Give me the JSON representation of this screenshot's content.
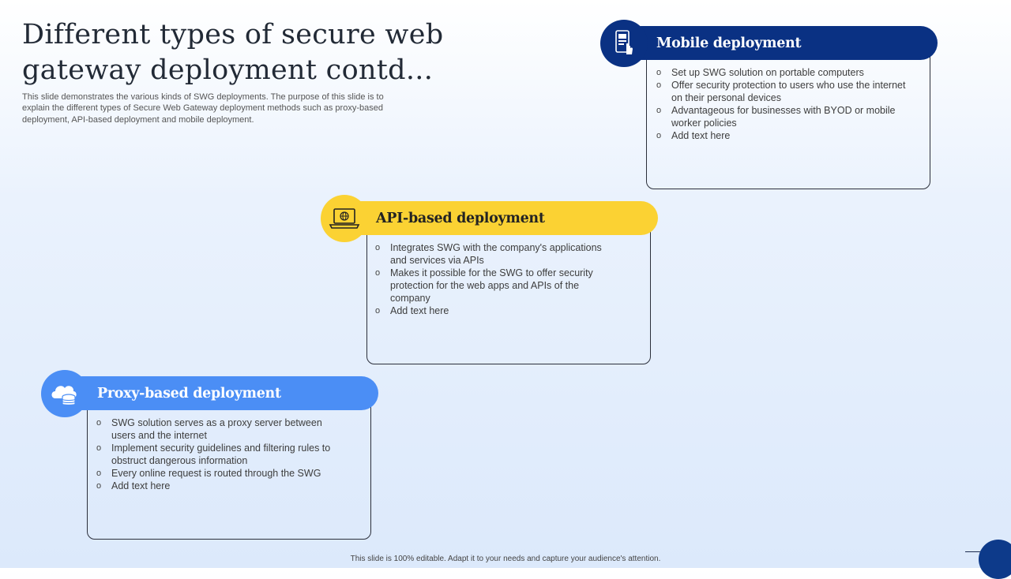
{
  "slide": {
    "title_line1": "Different types of secure web",
    "title_line2": "gateway deployment contd...",
    "subtitle": "This slide demonstrates the various kinds of SWG deployments. The purpose of this slide is to explain the different types of Secure Web Gateway deployment methods such as proxy-based deployment, API-based deployment and mobile deployment."
  },
  "cards": {
    "mobile": {
      "label": "Mobile deployment",
      "icon": "mobile-touch-icon",
      "color": "#0a3183",
      "points": [
        "Set up SWG solution on portable computers",
        "Offer security protection to users who use the internet on their personal devices",
        "Advantageous for businesses with BYOD or mobile worker policies",
        "Add text here"
      ]
    },
    "api": {
      "label": "API-based deployment",
      "icon": "laptop-globe-icon",
      "color": "#fbd233",
      "points": [
        "Integrates SWG with the company's applications and services via APIs",
        "Makes it possible for the SWG to offer security protection for the web apps and APIs of the company",
        "Add text here"
      ]
    },
    "proxy": {
      "label": "Proxy-based deployment",
      "icon": "cloud-database-icon",
      "color": "#4b8ef5",
      "points": [
        "SWG solution serves as a proxy server between users and the internet",
        "Implement security guidelines and filtering rules to obstruct dangerous information",
        "Every online request is routed through the SWG",
        "Add text here"
      ]
    }
  },
  "footer": "This slide is 100% editable. Adapt it to your needs and capture your audience's attention."
}
